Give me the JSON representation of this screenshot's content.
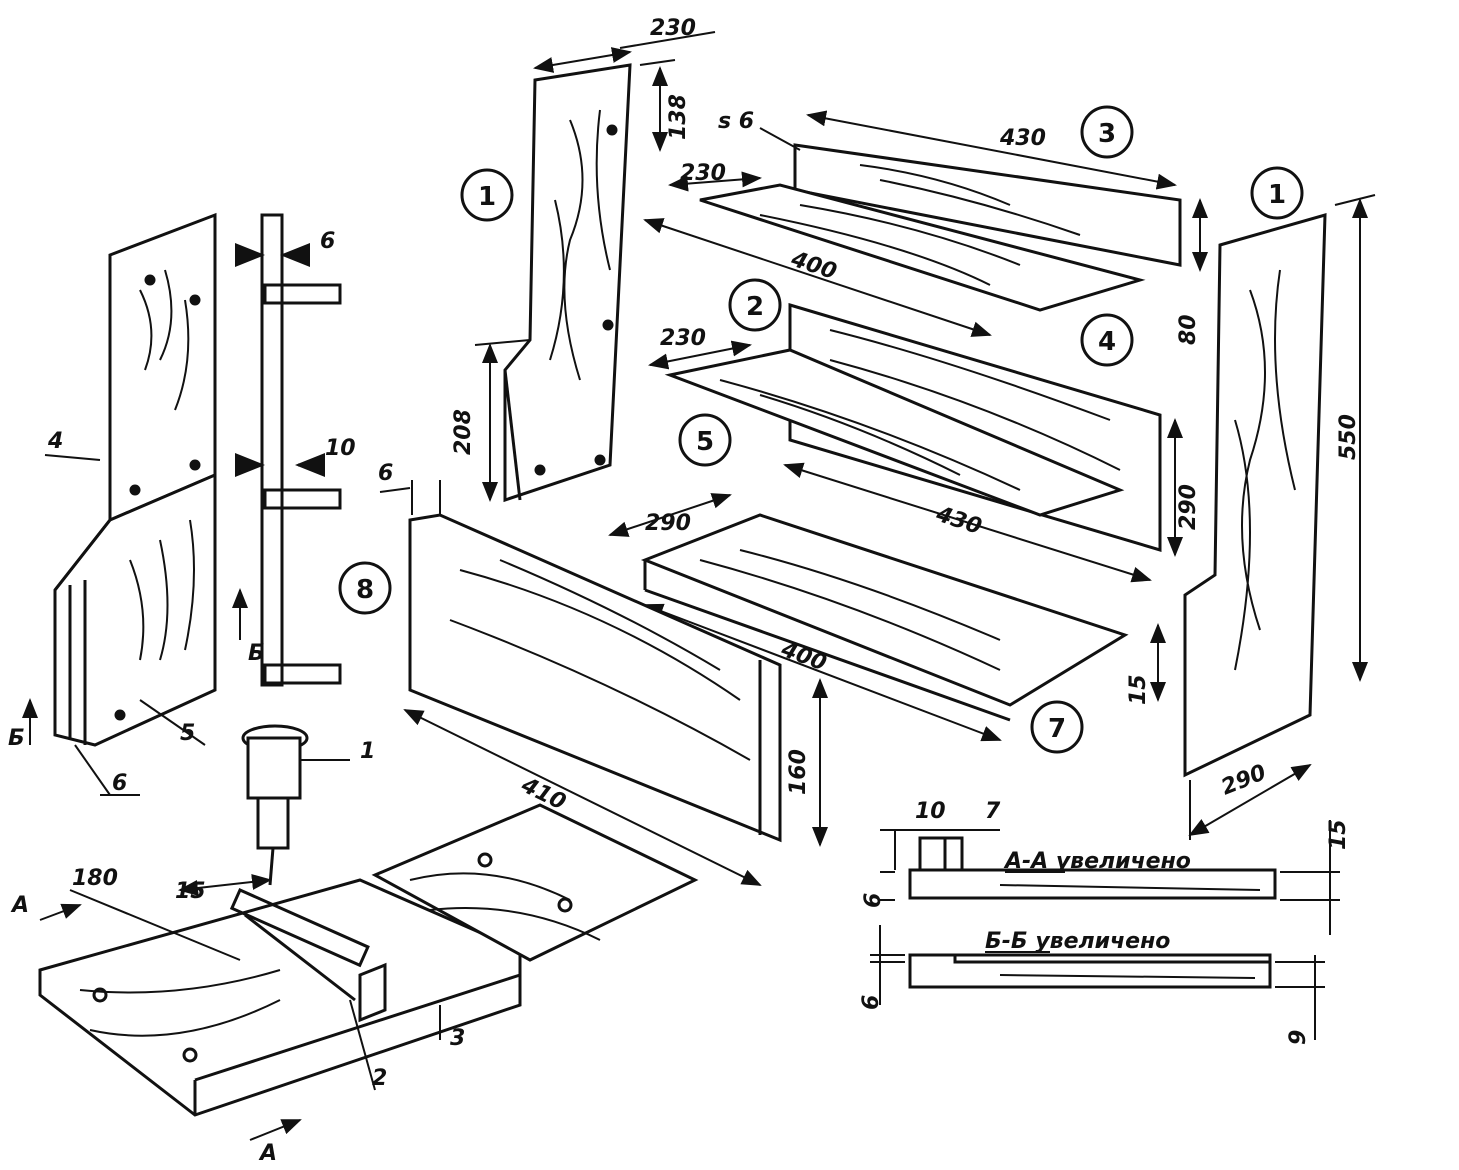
{
  "dimensions": {
    "d230_top": "230",
    "d138": "138",
    "s6": "s 6",
    "d430_top": "430",
    "d230_mid": "230",
    "d400_top": "400",
    "d80": "80",
    "d550": "550",
    "d230_shelf": "230",
    "d208": "208",
    "d6_side": "6",
    "d10_side": "10",
    "d6_panel": "6",
    "d290_mid": "290",
    "d430_mid": "430",
    "d290_right": "290",
    "d400_low": "400",
    "d15_right": "15",
    "d290_bottom": "290",
    "d410": "410",
    "d160": "160",
    "d180": "180",
    "d15_jig": "15",
    "d10_sec": "10",
    "d7_sec": "7",
    "d15_sec": "15",
    "d6_secA": "6",
    "d6_secB": "6",
    "d9_sec": "9"
  },
  "part_numbers": {
    "p1_left": "1",
    "p1_right": "1",
    "p2": "2",
    "p3": "3",
    "p4": "4",
    "p5": "5",
    "p7": "7",
    "p8": "8"
  },
  "labels": {
    "side4": "4",
    "side5": "5",
    "side6": "6",
    "sideB_left": "Б",
    "sideB_right": "Б",
    "tool1": "1",
    "jig2": "2",
    "jig3": "3",
    "sectA_left": "А",
    "sectA_bottom": "А",
    "section_AA": "А-А увеличено",
    "section_BB": "Б-Б увеличено"
  },
  "colors": {
    "ink": "#111111",
    "paper": "#ffffff"
  }
}
